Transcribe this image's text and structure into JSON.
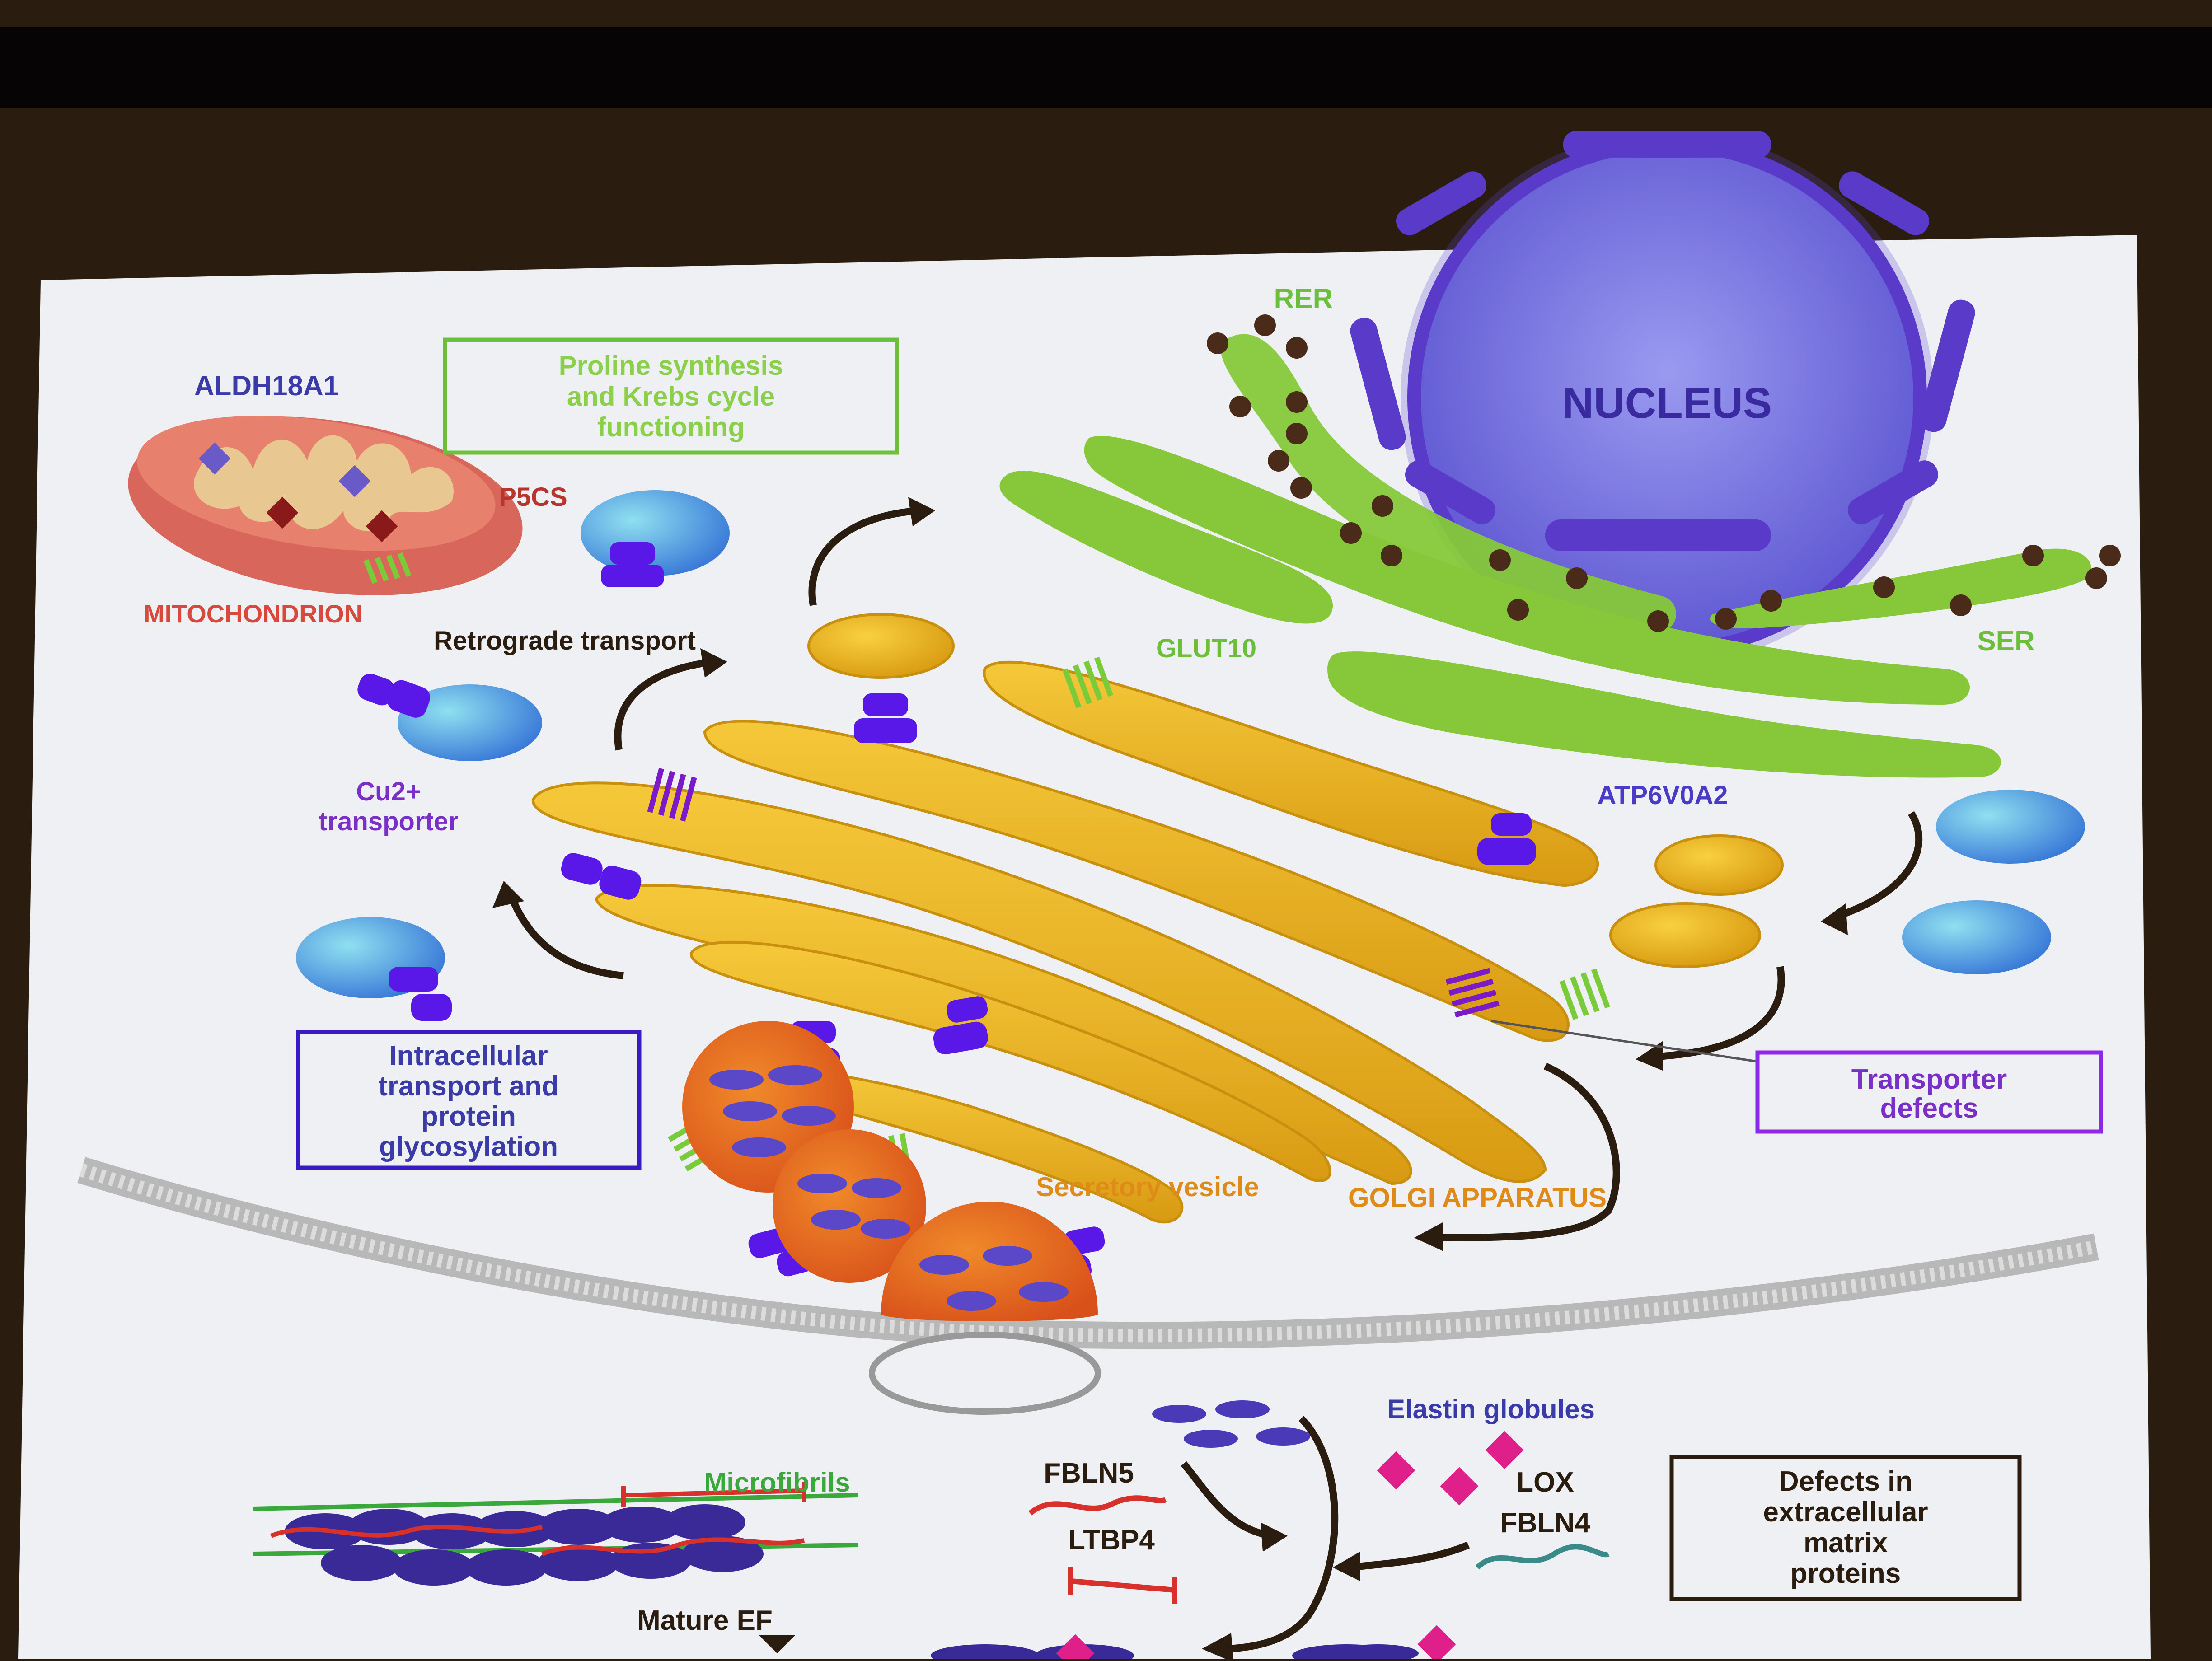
{
  "labels": {
    "nucleus": "NUCLEUS",
    "rer": "RER",
    "ser": "SER",
    "glut10": "GLUT10",
    "atp6v0a2": "ATP6V0A2",
    "aldh18a1": "ALDH18A1",
    "p5cs": "P5CS",
    "mitochondrion": "MITOCHONDRION",
    "retrograde": "Retrograde transport",
    "cu2_line1": "Cu2+",
    "cu2_line2": "transporter",
    "secretory": "Secretory vesicle",
    "golgi": "GOLGI APPARATUS",
    "elastin": "Elastin globules",
    "microfibrils": "Microfibrils",
    "mature_ef": "Mature EF",
    "fbln5": "FBLN5",
    "ltbp4": "LTBP4",
    "lox": "LOX",
    "fbln4": "FBLN4"
  },
  "boxes": {
    "proline": [
      "Proline synthesis",
      "and Krebs cycle",
      "functioning"
    ],
    "intracellular": [
      "Intracellular",
      "transport and",
      "protein",
      "glycosylation"
    ],
    "transporter": [
      "Transporter",
      "defects"
    ],
    "ecm": [
      "Defects in",
      "extracellular",
      "matrix",
      "proteins"
    ]
  },
  "colors": {
    "screen": "#eef0f4",
    "frame": "#2a1d10",
    "green_label": "#6cbf3a",
    "blue_label": "#3a3aa8",
    "purple_label": "#7a2fc8",
    "orange_label": "#e08a18",
    "red_label": "#d8483c",
    "golgi": "#e8b020",
    "er": "#86c83a",
    "nucleus": "#6a62d8"
  }
}
